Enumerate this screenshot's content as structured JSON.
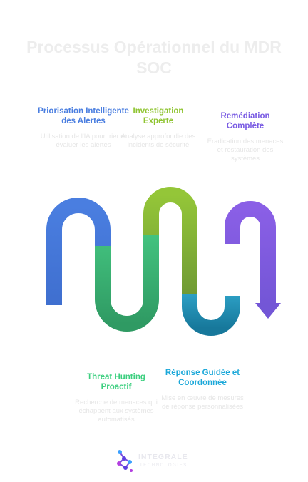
{
  "title": "Processus Opérationnel du MDR SOC",
  "steps": [
    {
      "title": "Priorisation Intelligente des Alertes",
      "description": "Utilisation de l'IA pour trier et évaluer les alertes"
    },
    {
      "title": "Investigation Experte",
      "description": "Analyse approfondie des incidents de sécurité"
    },
    {
      "title": "Remédiation Complète",
      "description": "Éradication des menaces et restauration des systèmes"
    },
    {
      "title": "Threat Hunting Proactif",
      "description": "Recherche de menaces qui échappent aux systèmes automatisés"
    },
    {
      "title": "Réponse Guidée et Coordonnée",
      "description": "Mise en œuvre de mesures de réponse personnalisées"
    }
  ],
  "colors": {
    "step1": "#4a7ee0",
    "step2": "#8fc431",
    "step3": "#7a5ce3",
    "step4": "#3ccf7f",
    "step5": "#1ba8d9"
  },
  "logo": {
    "name": "INTEGRALE",
    "tagline": "TECHNOLOGIES"
  }
}
